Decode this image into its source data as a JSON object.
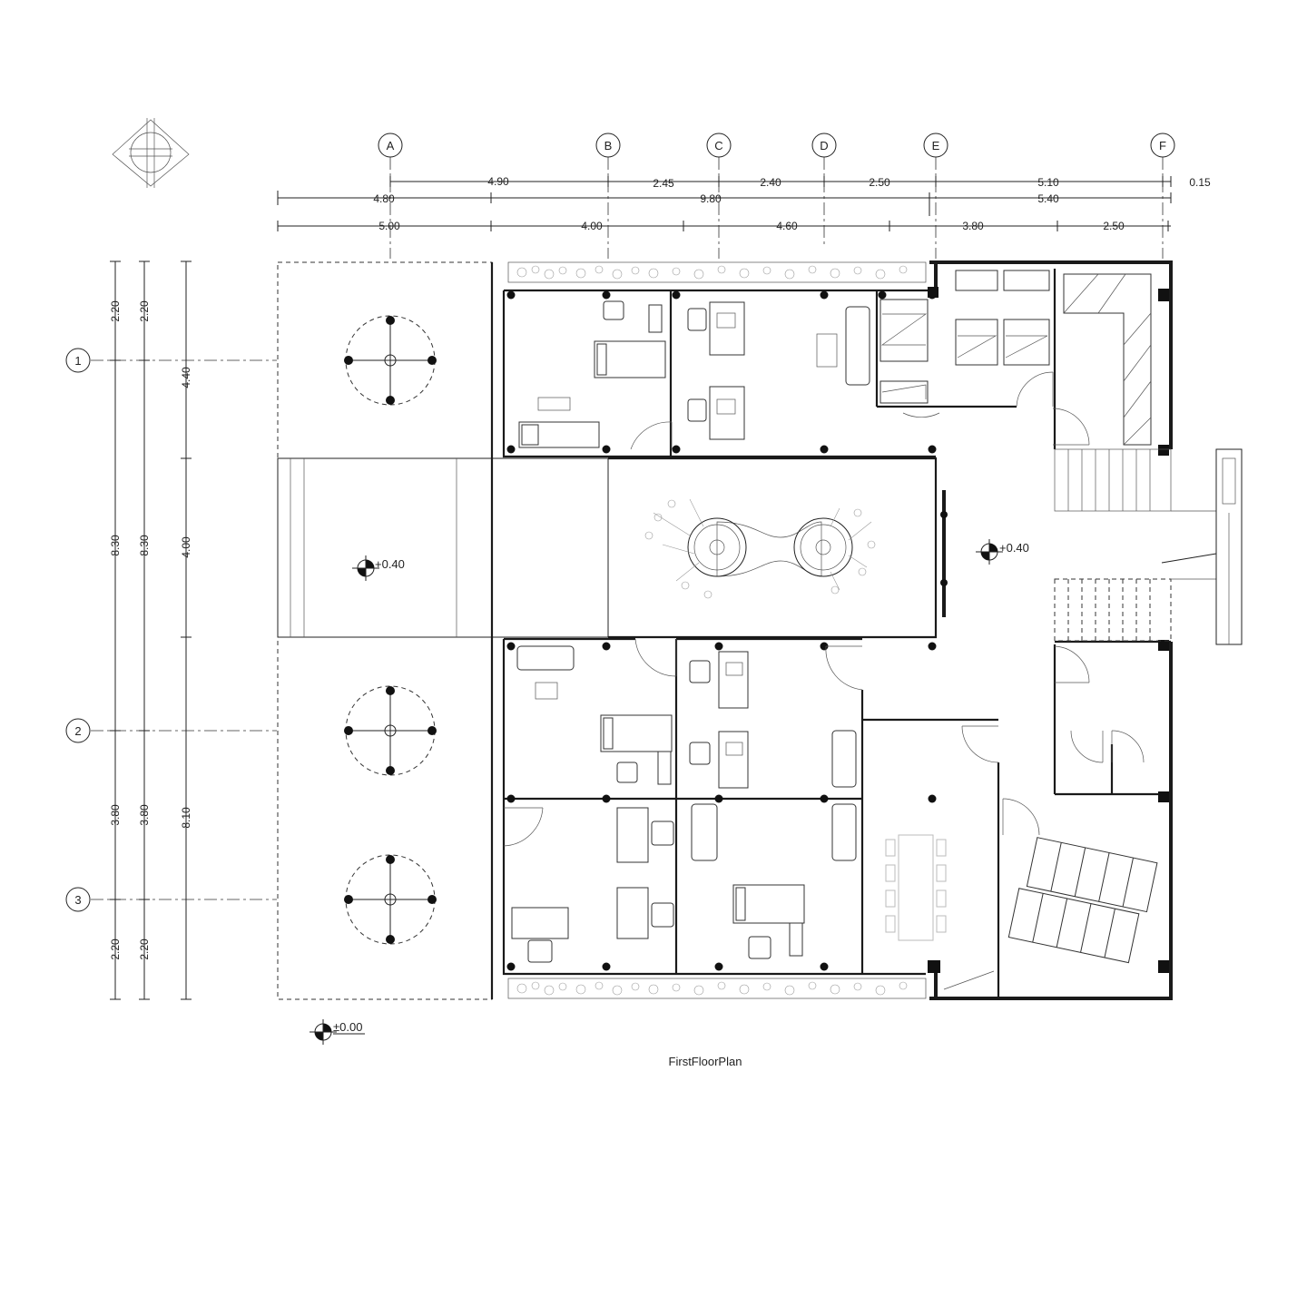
{
  "grid": {
    "columns": [
      "A",
      "B",
      "C",
      "D",
      "E",
      "F"
    ],
    "rows": [
      "1",
      "2",
      "3"
    ]
  },
  "dimensions": {
    "top_row1": [
      "4.90",
      "2.45",
      "2.40",
      "2.50",
      "5.10"
    ],
    "top_row1_extra": "0.15",
    "top_row2": [
      "4.80",
      "9.80",
      "5.40"
    ],
    "top_row3": [
      "5.00",
      "4.00",
      "4.60",
      "3.80",
      "2.50"
    ],
    "left_col1": [
      "2.20",
      "8.30",
      "3.80",
      "2.20"
    ],
    "left_col2": [
      "2.20",
      "8.30",
      "3.80",
      "2.20"
    ],
    "left_col3": [
      "4.40",
      "4.00",
      "8.10"
    ]
  },
  "levels": {
    "courtyard": "+0.40",
    "hall": "+0.40",
    "ground": "±0.00"
  },
  "title": "FirstFloorPlan",
  "colors": {
    "ink": "#1a1a1a",
    "hatch": "#999999"
  }
}
